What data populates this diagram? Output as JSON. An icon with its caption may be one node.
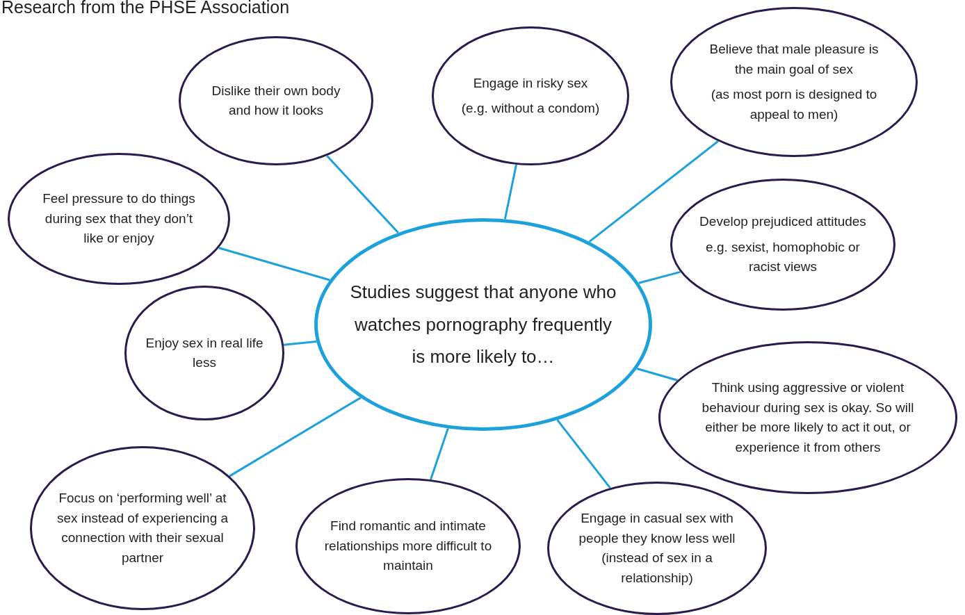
{
  "diagram": {
    "title": "Research from the PHSE Association",
    "nodes": [
      {
        "text": [
          "Studies suggest that anyone who watches pornography frequently is more likely to…"
        ]
      },
      {
        "text": [
          "Dislike their own body and how it looks"
        ]
      },
      {
        "text": [
          "Engage in risky sex",
          "(e.g. without a condom)"
        ]
      },
      {
        "text": [
          "Believe that male pleasure is the main goal of sex",
          "(as most porn is designed to appeal to men)"
        ]
      },
      {
        "text": [
          "Feel pressure to do things during sex that they don’t like or enjoy"
        ]
      },
      {
        "text": [
          "Develop prejudiced attitudes",
          "e.g. sexist, homophobic or racist views"
        ]
      },
      {
        "text": [
          "Enjoy sex in real life less"
        ]
      },
      {
        "text": [
          "Think using aggressive or violent behaviour during sex is okay. So will either be more likely to act it out, or experience it from others"
        ]
      },
      {
        "text": [
          "Focus on ‘performing well’ at sex instead of experiencing a connection with their sexual partner"
        ]
      },
      {
        "text": [
          "Find romantic and intimate relationships more difficult to maintain"
        ]
      },
      {
        "text": [
          "Engage in casual sex with people they know less well (instead of sex in a relationship)"
        ]
      }
    ],
    "edges": [
      {
        "from": 0,
        "to": 1,
        "arrow": "none"
      },
      {
        "from": 0,
        "to": 2,
        "arrow": "none"
      },
      {
        "from": 0,
        "to": 3,
        "arrow": "none"
      },
      {
        "from": 0,
        "to": 4,
        "arrow": "none"
      },
      {
        "from": 0,
        "to": 5,
        "arrow": "none"
      },
      {
        "from": 0,
        "to": 6,
        "arrow": "none"
      },
      {
        "from": 0,
        "to": 7,
        "arrow": "none"
      },
      {
        "from": 0,
        "to": 8,
        "arrow": "none"
      },
      {
        "from": 0,
        "to": 9,
        "arrow": "none"
      },
      {
        "from": 0,
        "to": 10,
        "arrow": "none"
      }
    ]
  }
}
